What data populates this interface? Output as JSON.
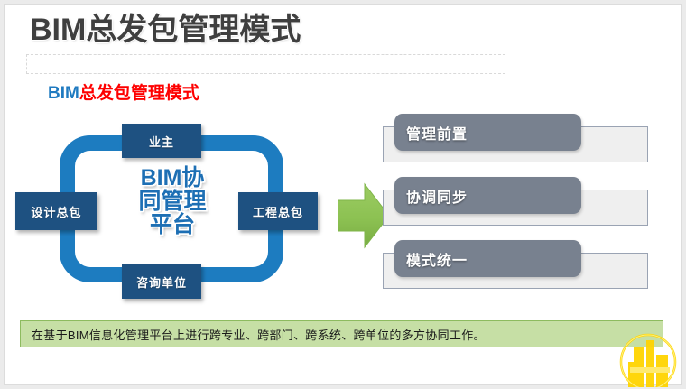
{
  "slide": {
    "title": "BIM总发包管理模式",
    "subtitle": {
      "blue_part": "BIM",
      "red_part": "总发包管理模式"
    },
    "summary_banner": "在基于BIM信息化管理平台上进行跨专业、跨部门、跨系统、跨单位的多方协同工作。",
    "watermark": "building-logo-icon"
  },
  "cycle_diagram": {
    "center_lines": [
      "BIM协",
      "同管理",
      "平台"
    ],
    "center_text": "BIM协同管理平台",
    "nodes": [
      {
        "position": "top",
        "label": "业主"
      },
      {
        "position": "left",
        "label": "设计总包"
      },
      {
        "position": "right",
        "label": "工程总包"
      },
      {
        "position": "bottom",
        "label": "咨询单位"
      }
    ],
    "arrow": "right-arrow-icon"
  },
  "outcomes": [
    {
      "label": "管理前置"
    },
    {
      "label": "协调同步"
    },
    {
      "label": "模式统一"
    }
  ],
  "colors": {
    "title_gray": "#3f3f3f",
    "subtitle_blue": "#1f7ac0",
    "subtitle_red": "#fe0000",
    "ring_blue": "#1d7cc0",
    "node_navy": "#1e5181",
    "center_blue": "#1d6fb4",
    "arrow_green": "#8cc152",
    "pill_gray": "#78818f",
    "plate_gray": "#efefef",
    "banner_green": "#c6dfa5",
    "banner_border_green": "#8dbb5f",
    "watermark_yellow": "#ffd700"
  }
}
